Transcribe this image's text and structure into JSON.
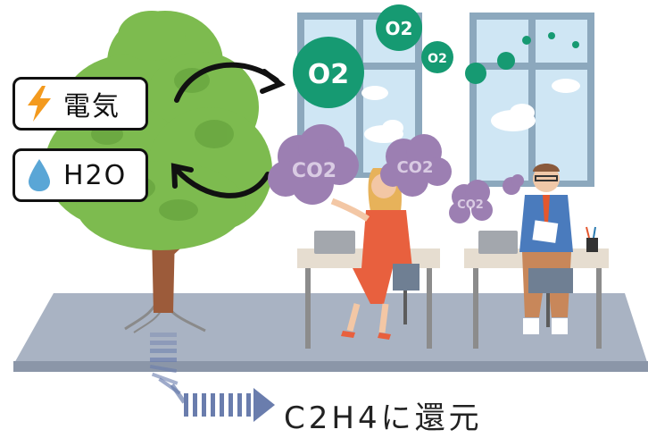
{
  "labels": {
    "electricity": "電気",
    "water": "H2O"
  },
  "o2_bubbles": [
    "O2",
    "O2",
    "O2"
  ],
  "co2_clouds": [
    "CO2",
    "CO2",
    "CO2"
  ],
  "reduction_text": "C2H4に還元",
  "colors": {
    "tree_foliage": "#7dbb4f",
    "tree_trunk": "#9c5b3a",
    "o2_bubble": "#169a72",
    "co2_cloud": "#9c7fb2",
    "floor": "#a9b3c3",
    "window_frame": "#8ca8bd",
    "sky": "#cfe6f4",
    "bolt": "#f39a1e",
    "drop": "#5aa6d6"
  }
}
